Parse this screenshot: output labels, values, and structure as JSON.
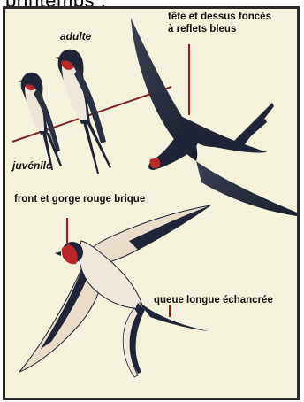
{
  "header": {
    "title": "printemps :"
  },
  "labels": {
    "adult": "adulte",
    "juvenile": "juvénile",
    "head": "tête et dessus foncés",
    "head_line2": "à reflets bleus",
    "throat": "front et gorge rouge brique",
    "tail": "queue longue échancrée"
  },
  "colors": {
    "background": "#f4f1dc",
    "plumage_dark": "#1f2436",
    "throat_red": "#b8282a",
    "underside": "#efe6dc",
    "leader_line": "#a01818"
  }
}
